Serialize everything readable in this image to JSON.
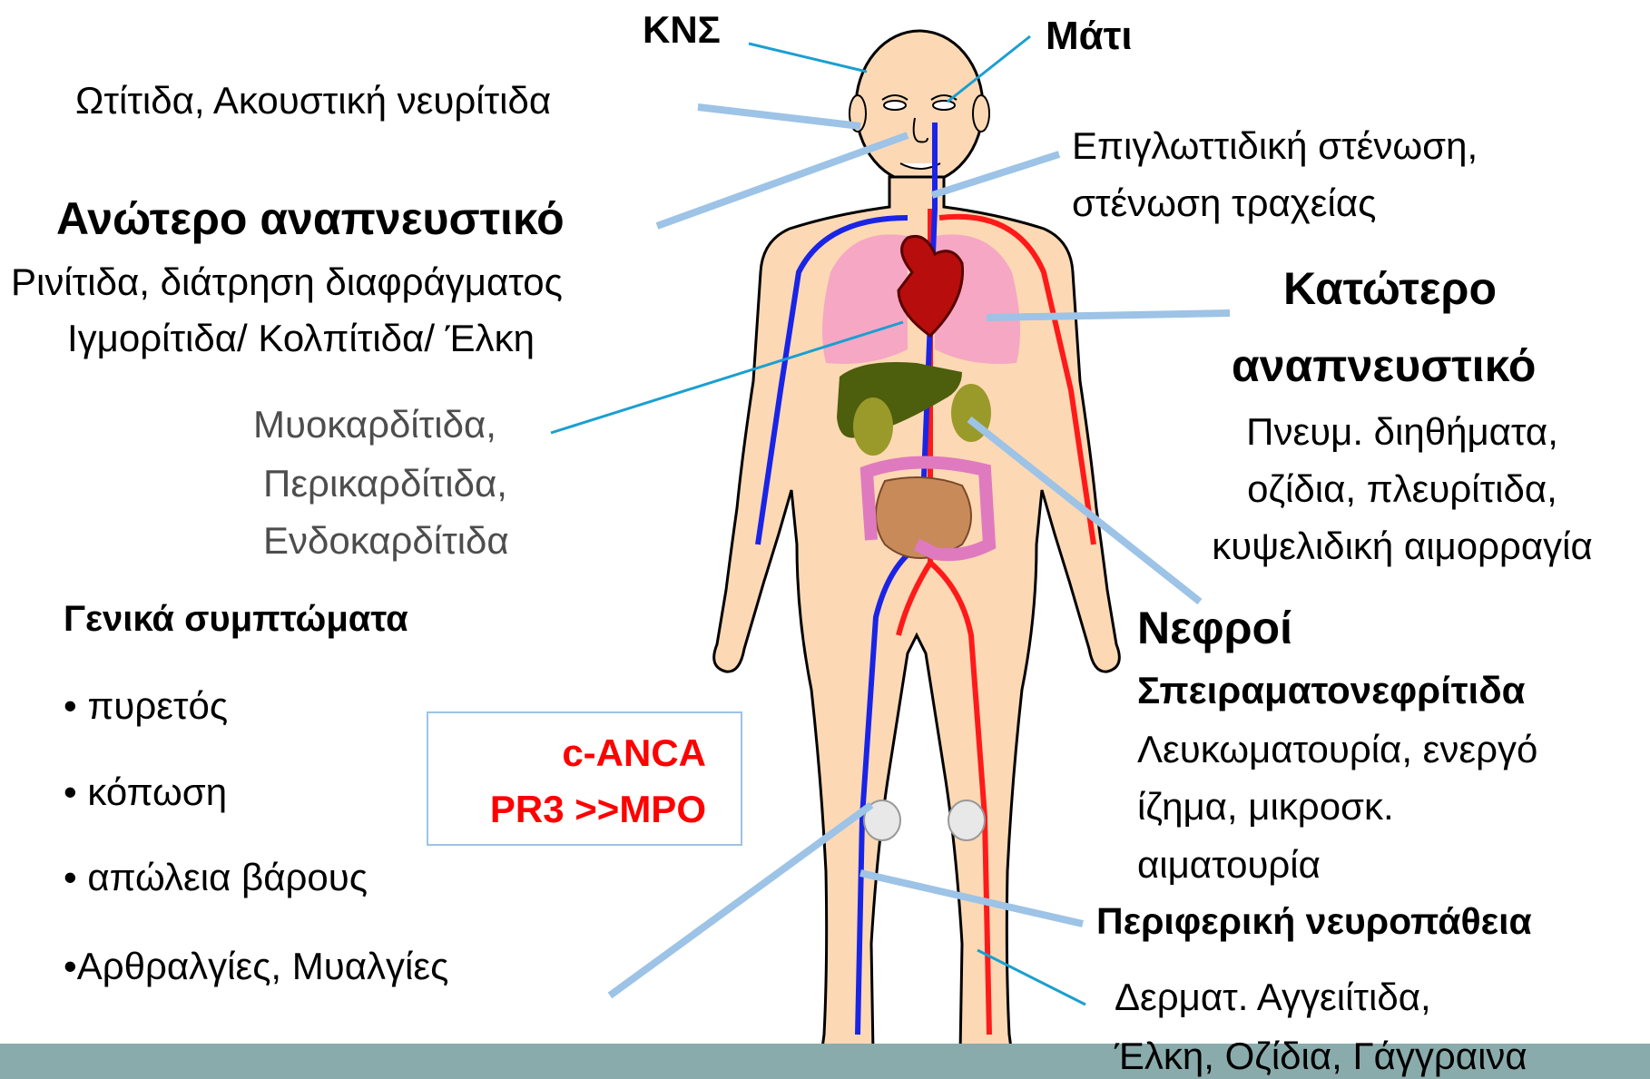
{
  "labels": {
    "kns": "ΚΝΣ",
    "mati": "Μάτι",
    "otitida": "Ωτίτιδα, Ακουστική νευρίτιδα",
    "epiglotti_1": "Επιγλωττιδική στένωση,",
    "epiglotti_2": "στένωση τραχείας",
    "anotero_title": "Ανώτερο αναπνευστικό",
    "anotero_1": "Ρινίτιδα, διάτρηση διαφράγματος",
    "anotero_2": "Ιγμορίτιδα/ Κολπίτιδα/ Έλκη",
    "katotero_title_1": "Κατώτερο",
    "katotero_title_2": "αναπνευστικό",
    "katotero_1": "Πνευμ. διηθήματα,",
    "katotero_2": "οζίδια, πλευρίτιδα,",
    "katotero_3": "κυψελιδική αιμορραγία",
    "kardia_1": "Μυοκαρδίτιδα,",
    "kardia_2": "Περικαρδίτιδα,",
    "kardia_3": "Ενδοκαρδίτιδα",
    "nefroi_title": "Νεφροί",
    "nefroi_sub": "Σπειραματονεφρίτιδα",
    "nefroi_1": "Λευκωματουρία, ενεργό",
    "nefroi_2": "ίζημα, μικροσκ.",
    "nefroi_3": "αιματουρία",
    "geniki_title": "Γενικά συμπτώματα",
    "geniki_1": "• πυρετός",
    "geniki_2": "• κόπωση",
    "geniki_3": "• απώλεια βάρους",
    "geniki_4": "•Αρθραλγίες, Μυαλγίες",
    "anca_1": "c-ANCA",
    "anca_2": "PR3 >>MPO",
    "periferiki": "Περιφερική νευροπάθεια",
    "derma_1": "Δερματ. Αγγειίτιδα,",
    "derma_2": "Έλκη, Οζίδια, Γάγγραινα"
  },
  "colors": {
    "anca_text": "#ff0000",
    "box_border": "#9dc3e6",
    "pointer_light": "#9dc3e6",
    "pointer_dark": "#1a9fd1",
    "skin": "#fcd9b4",
    "artery": "#ff1a1a",
    "vein": "#1a24e6",
    "lung": "#f5a7c4",
    "liver": "#4d5e0c",
    "colon": "#e07abf",
    "bottom_bar": "#8aabab"
  }
}
